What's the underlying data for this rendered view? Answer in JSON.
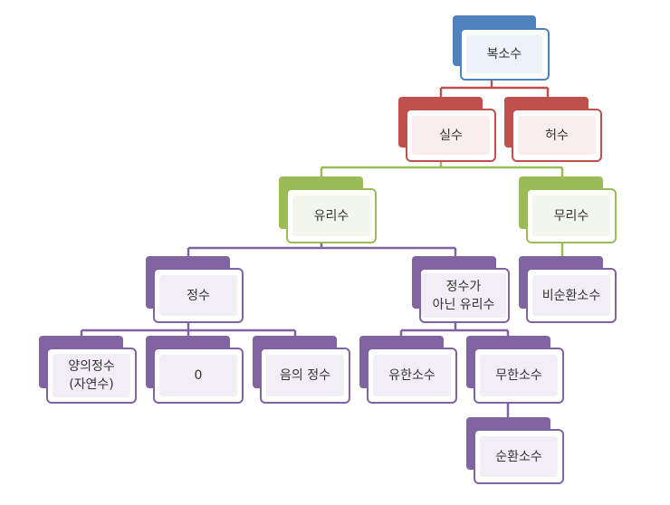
{
  "colors": {
    "blue": "#4F81BD",
    "red": "#C0504D",
    "green": "#9BBB59",
    "purple": "#8064A2"
  },
  "nodes": {
    "complex": {
      "label": "복소수"
    },
    "real": {
      "label": "실수"
    },
    "imaginary": {
      "label": "허수"
    },
    "rational": {
      "label": "유리수"
    },
    "irrational": {
      "label": "무리수"
    },
    "integer": {
      "label": "정수"
    },
    "non_integer_rational": {
      "label": "정수가\n아닌 유리수"
    },
    "non_repeating": {
      "label": "비순환소수"
    },
    "positive_integer": {
      "label": "양의정수\n(자연수)"
    },
    "zero": {
      "label": "0"
    },
    "negative_integer": {
      "label": "음의 정수"
    },
    "finite_decimal": {
      "label": "유한소수"
    },
    "infinite_decimal": {
      "label": "무한소수"
    },
    "repeating_decimal": {
      "label": "순환소수"
    }
  }
}
